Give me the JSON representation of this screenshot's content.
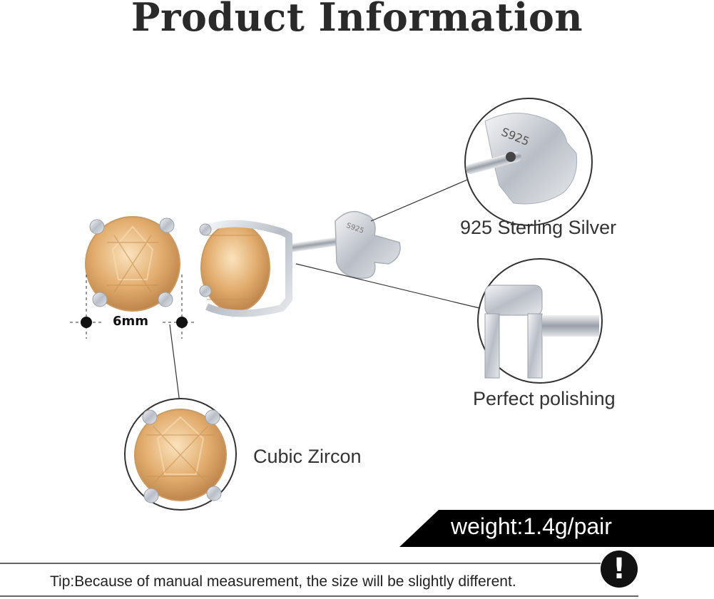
{
  "title": "Product Information",
  "size_label": "6mm",
  "callouts": {
    "silver": "925 Sterling Silver",
    "polishing": "Perfect polishing",
    "zircon": "Cubic Zircon"
  },
  "stamp_text": "S925",
  "weight": "weight:1.4g/pair",
  "tip": "Tip:Because of manual measurement, the size will be slightly different.",
  "warning_glyph": "!",
  "colors": {
    "gem": "#e8b57a",
    "gem_dark": "#b9824a",
    "silver": "#c8ccd2",
    "banner": "#000000"
  }
}
